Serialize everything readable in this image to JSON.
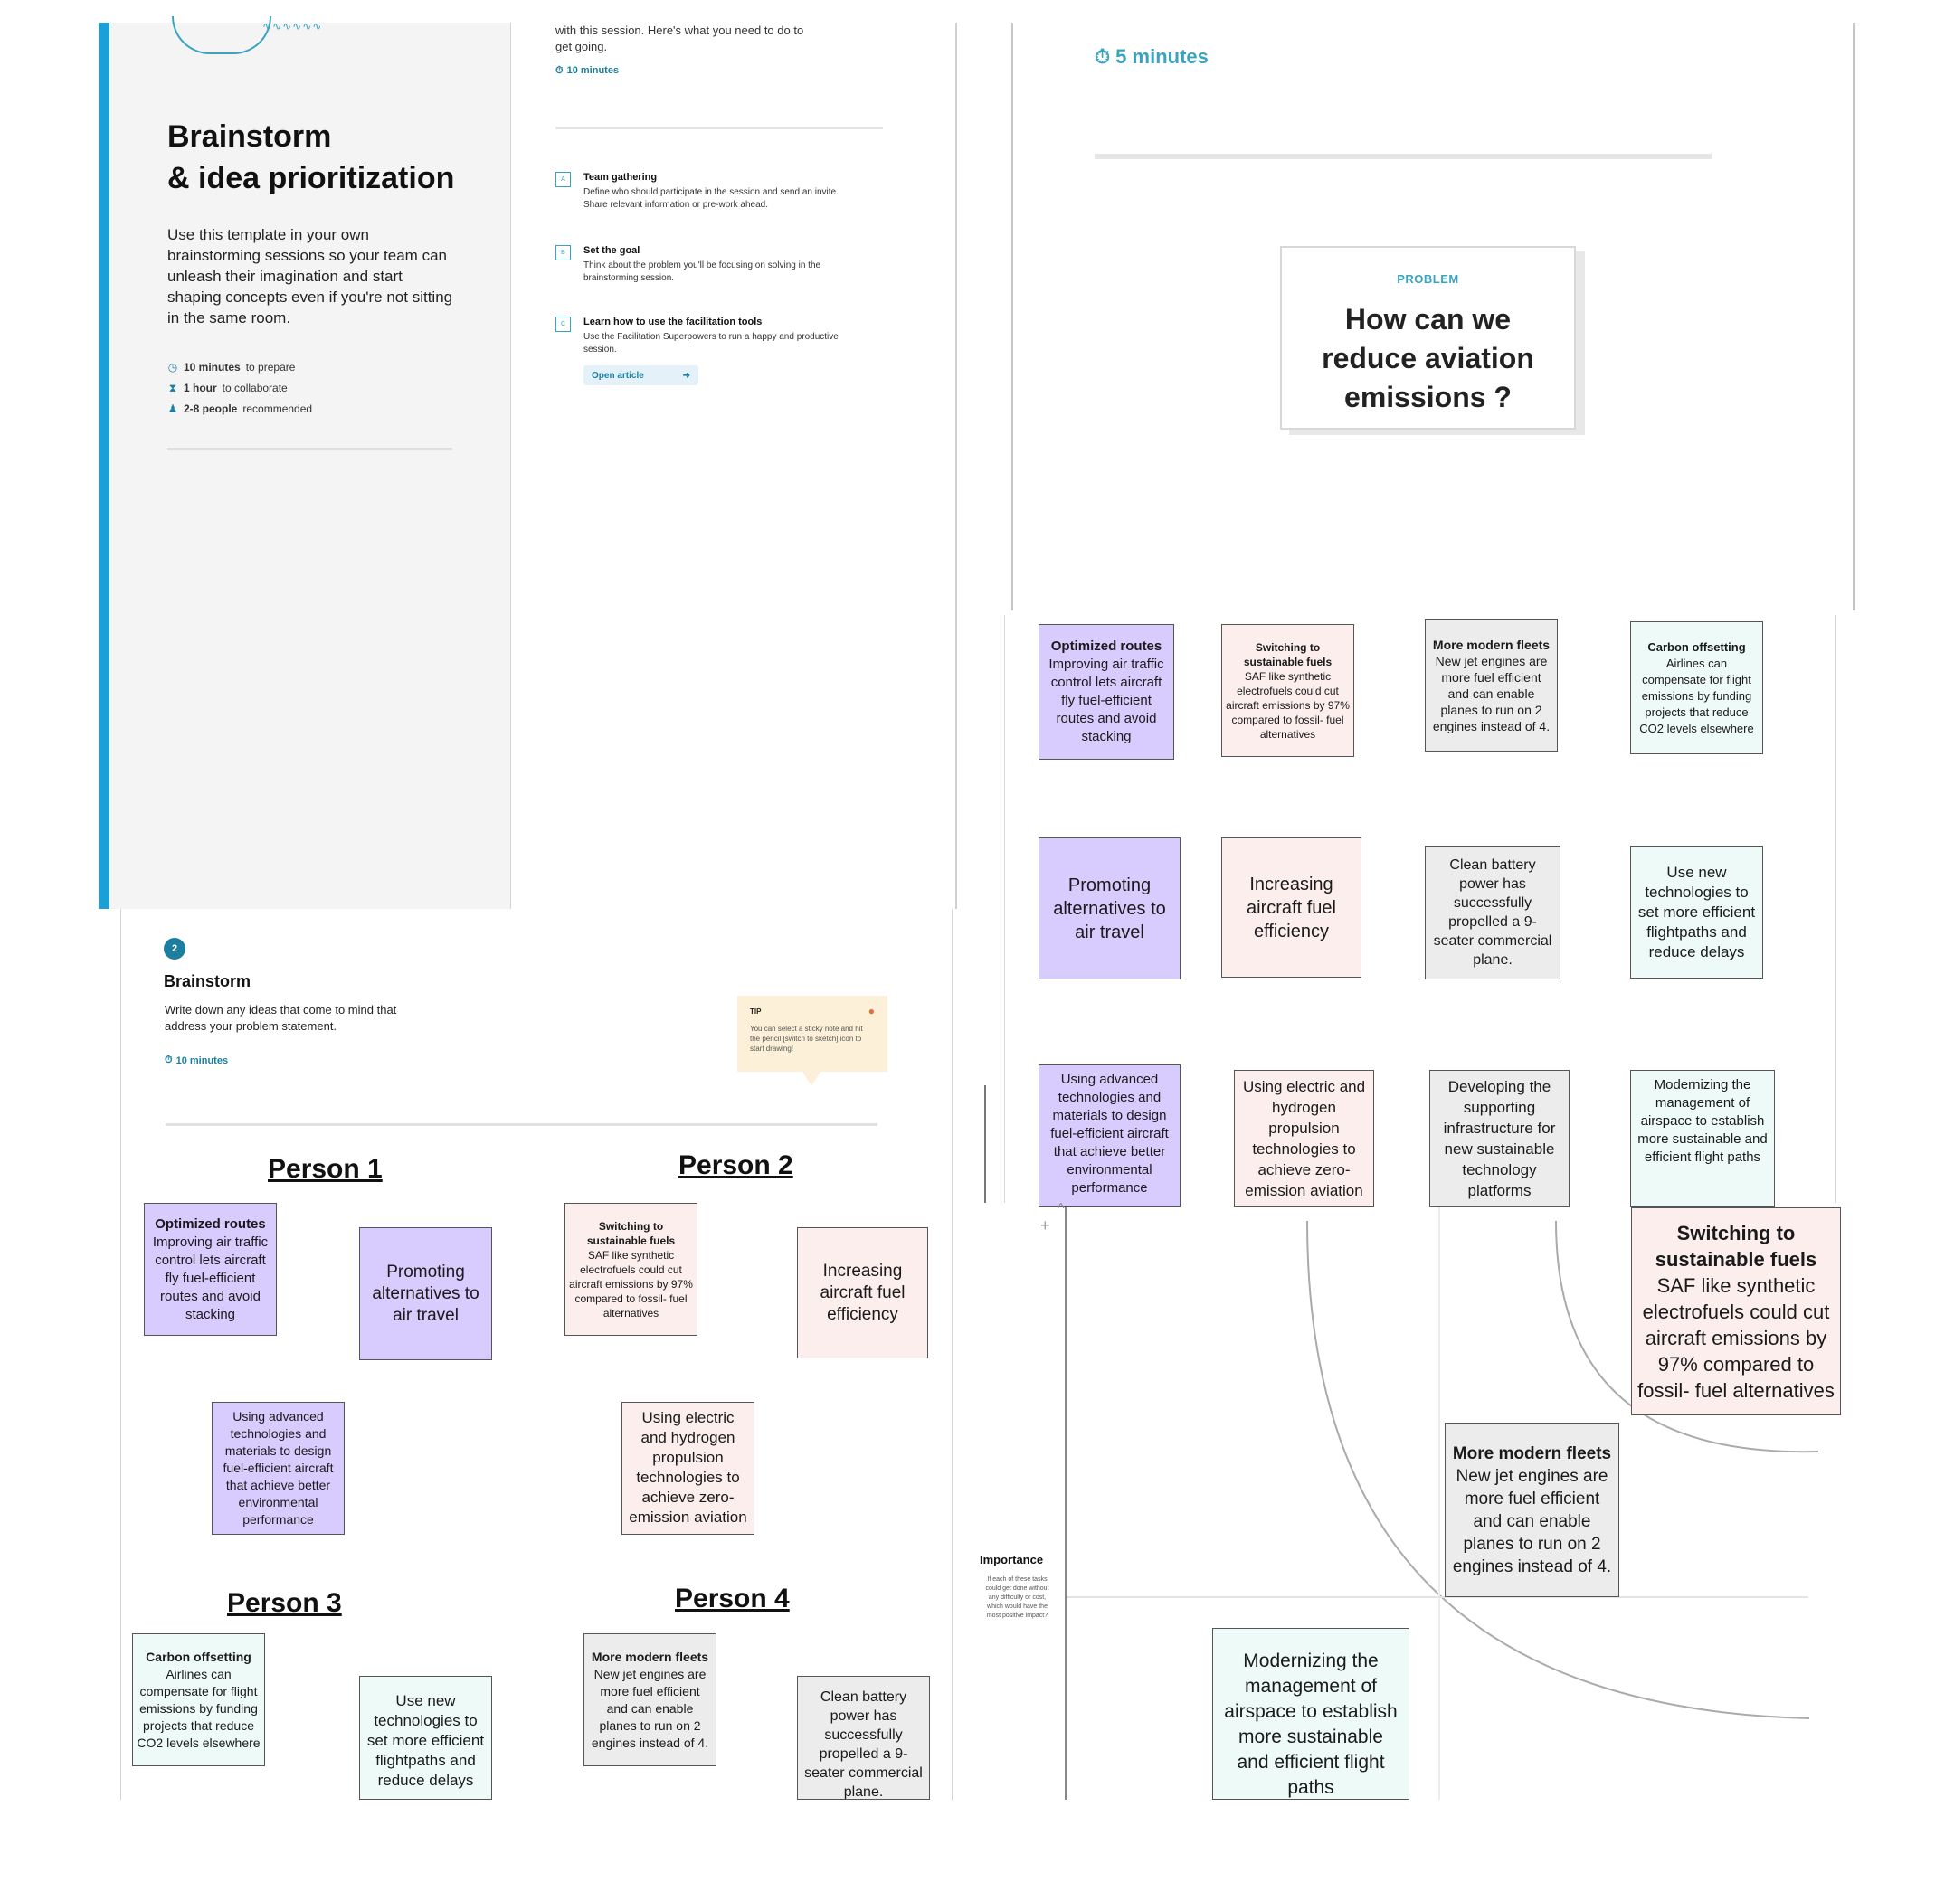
{
  "intro": {
    "title_line1": "Brainstorm",
    "title_line2": "& idea prioritization",
    "description": "Use this template in your own brainstorming sessions so your team can unleash their imagination and start shaping concepts even if you're not sitting in the same room.",
    "meta": [
      {
        "icon": "clock-icon",
        "bold": "10 minutes",
        "rest": " to prepare"
      },
      {
        "icon": "hourglass-icon",
        "bold": "1 hour",
        "rest": " to collaborate"
      },
      {
        "icon": "person-icon",
        "bold": "2-8 people",
        "rest": " recommended"
      }
    ]
  },
  "prep": {
    "text": "with this session. Here's what you need to do to get going.",
    "timer": "10 minutes",
    "steps": [
      {
        "letter": "A",
        "title": "Team gathering",
        "desc": "Define who should participate in the session and send an invite. Share relevant information or pre-work ahead."
      },
      {
        "letter": "B",
        "title": "Set the goal",
        "desc": "Think about the problem you'll be focusing on solving in the brainstorming session."
      },
      {
        "letter": "C",
        "title": "Learn how to use the facilitation tools",
        "desc": "Use the Facilitation Superpowers to run a happy and productive session."
      }
    ],
    "open_article": "Open article",
    "open_article_icon": "arrow-right-icon"
  },
  "problem": {
    "timer": "5 minutes",
    "label": "PROBLEM",
    "text": "How can we reduce aviation emissions ?"
  },
  "brainstorm": {
    "step_number": "2",
    "title": "Brainstorm",
    "desc": "Write down any ideas that come to mind that address your problem statement.",
    "timer": "10 minutes",
    "tip_label": "TIP",
    "tip_text": "You can select a sticky note and hit the pencil [switch to sketch] icon to start drawing!",
    "persons": [
      "Person 1",
      "Person 2",
      "Person 3",
      "Person 4"
    ]
  },
  "ideas": {
    "optimized_title": "Optimized routes",
    "optimized_body": "Improving air traffic control lets aircraft fly fuel-efficient routes and avoid stacking",
    "saf_title": "Switching to sustainable fuels",
    "saf_body": "SAF like synthetic electrofuels could cut aircraft emissions by 97% compared to fossil- fuel alternatives",
    "fleets_title": "More modern fleets",
    "fleets_body": "New jet engines are more fuel efficient and can enable planes to run on 2 engines instead of 4.",
    "offset_title": "Carbon offsetting",
    "offset_body": "Airlines can compensate for flight emissions by funding projects that reduce CO2 levels elsewhere",
    "promoting": "Promoting alternatives to air travel",
    "increasing": "Increasing aircraft fuel efficiency",
    "battery": "Clean battery power has successfully propelled a 9-seater commercial plane.",
    "newtech": "Use new technologies to set more efficient flightpaths and reduce delays",
    "advanced": "Using advanced technologies and materials to design fuel-efficient aircraft that achieve better environmental performance",
    "electric": "Using electric and hydrogen propulsion technologies to achieve zero-emission aviation",
    "infra": "Developing the supporting infrastructure for new sustainable technology platforms",
    "airspace": "Modernizing the management of airspace to establish more sustainable and efficient flight paths"
  },
  "matrix": {
    "importance_label": "Importance",
    "importance_desc": "If each of these tasks could get done without any difficulty or cost, which would have the most positive impact?"
  },
  "colors": {
    "accent": "#1a9fd6",
    "teal": "#3aa4bf",
    "purple_note": "#d8ccff",
    "pink_note": "#fdeeee",
    "gray_note": "#ececec",
    "mint_note": "#eefaf7",
    "tip_bg": "#fdf0d8"
  }
}
